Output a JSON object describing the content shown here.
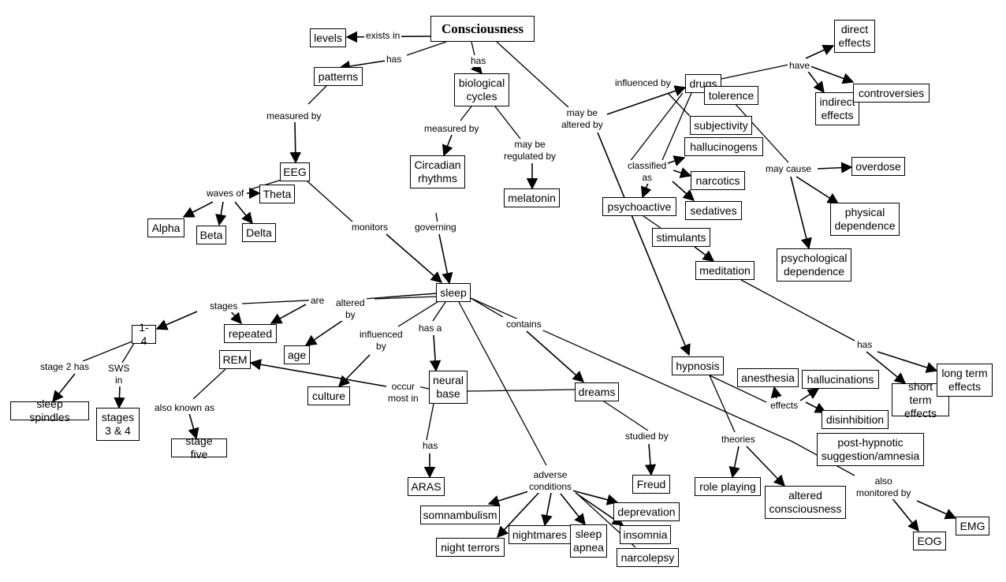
{
  "concepts": {
    "consciousness": "Consciousness",
    "levels": "levels",
    "patterns": "patterns",
    "biological_cycles": "biological\ncycles",
    "eeg": "EEG",
    "theta": "Theta",
    "alpha": "Alpha",
    "beta": "Beta",
    "delta": "Delta",
    "circadian_rhythms": "Circadian\nrhythms",
    "melatonin": "melatonin",
    "sleep": "sleep",
    "stages_1_4": "1-4",
    "repeated": "repeated",
    "rem": "REM",
    "age": "age",
    "culture": "culture",
    "sleep_spindles": "sleep spindles",
    "stages_3_4": "stages\n3 & 4",
    "stage_five": "stage five",
    "neural_base": "neural\nbase",
    "dreams": "dreams",
    "aras": "ARAS",
    "freud": "Freud",
    "somnambulism": "somnambulism",
    "night_terrors": "night terrors",
    "nightmares": "nightmares",
    "sleep_apnea": "sleep\napnea",
    "deprevation": "deprevation",
    "insomnia": "insomnia",
    "narcolepsy": "narcolepsy",
    "drugs": "drugs",
    "tolerence": "tolerence",
    "subjectivity": "subjectivity",
    "hallucinogens": "hallucinogens",
    "narcotics": "narcotics",
    "sedatives": "sedatives",
    "psychoactive": "psychoactive",
    "stimulants": "stimulants",
    "meditation": "meditation",
    "direct_effects": "direct\neffects",
    "indirect_effects": "indirect\neffects",
    "controversies": "controversies",
    "overdose": "overdose",
    "physical_dependence": "physical\ndependence",
    "psychological_dependence": "psychological\ndependence",
    "hypnosis": "hypnosis",
    "anesthesia": "anesthesia",
    "hallucinations": "hallucinations",
    "disinhibition": "disinhibition",
    "post_hypnotic": "post-hypnotic\nsuggestion/amnesia",
    "role_playing": "role playing",
    "altered_consciousness": "altered\nconsciousness",
    "short_term_effects": "short term\neffects",
    "long_term_effects": "long term\neffects",
    "eog": "EOG",
    "emg": "EMG"
  },
  "link_labels": {
    "exists_in": "exists in",
    "has_patterns": "has",
    "has_cycles": "has",
    "may_be_altered_by": "may be\naltered by",
    "measured_by_patterns": "measured by",
    "measured_by_cycles": "measured by",
    "may_be_regulated_by": "may be\nregulated by",
    "waves_of": "waves of",
    "monitors": "monitors",
    "governing": "governing",
    "stages": "stages",
    "are": "are",
    "altered_by": "altered\nby",
    "influenced_by_sleep": "influenced\nby",
    "has_a": "has a",
    "contains": "contains",
    "stage_2_has": "stage 2 has",
    "sws_in": "SWS\nin",
    "also_known_as": "also known as",
    "occur_most_in": "occur\nmost in",
    "has_aras": "has",
    "studied_by": "studied by",
    "adverse_conditions": "adverse\nconditions",
    "influenced_by_drugs": "influenced by",
    "have": "have",
    "classified_as": "classified\nas",
    "may_cause": "may cause",
    "has_effects": "has",
    "effects": "effects",
    "theories": "theories",
    "also_monitored_by": "also\nmonitored by"
  }
}
